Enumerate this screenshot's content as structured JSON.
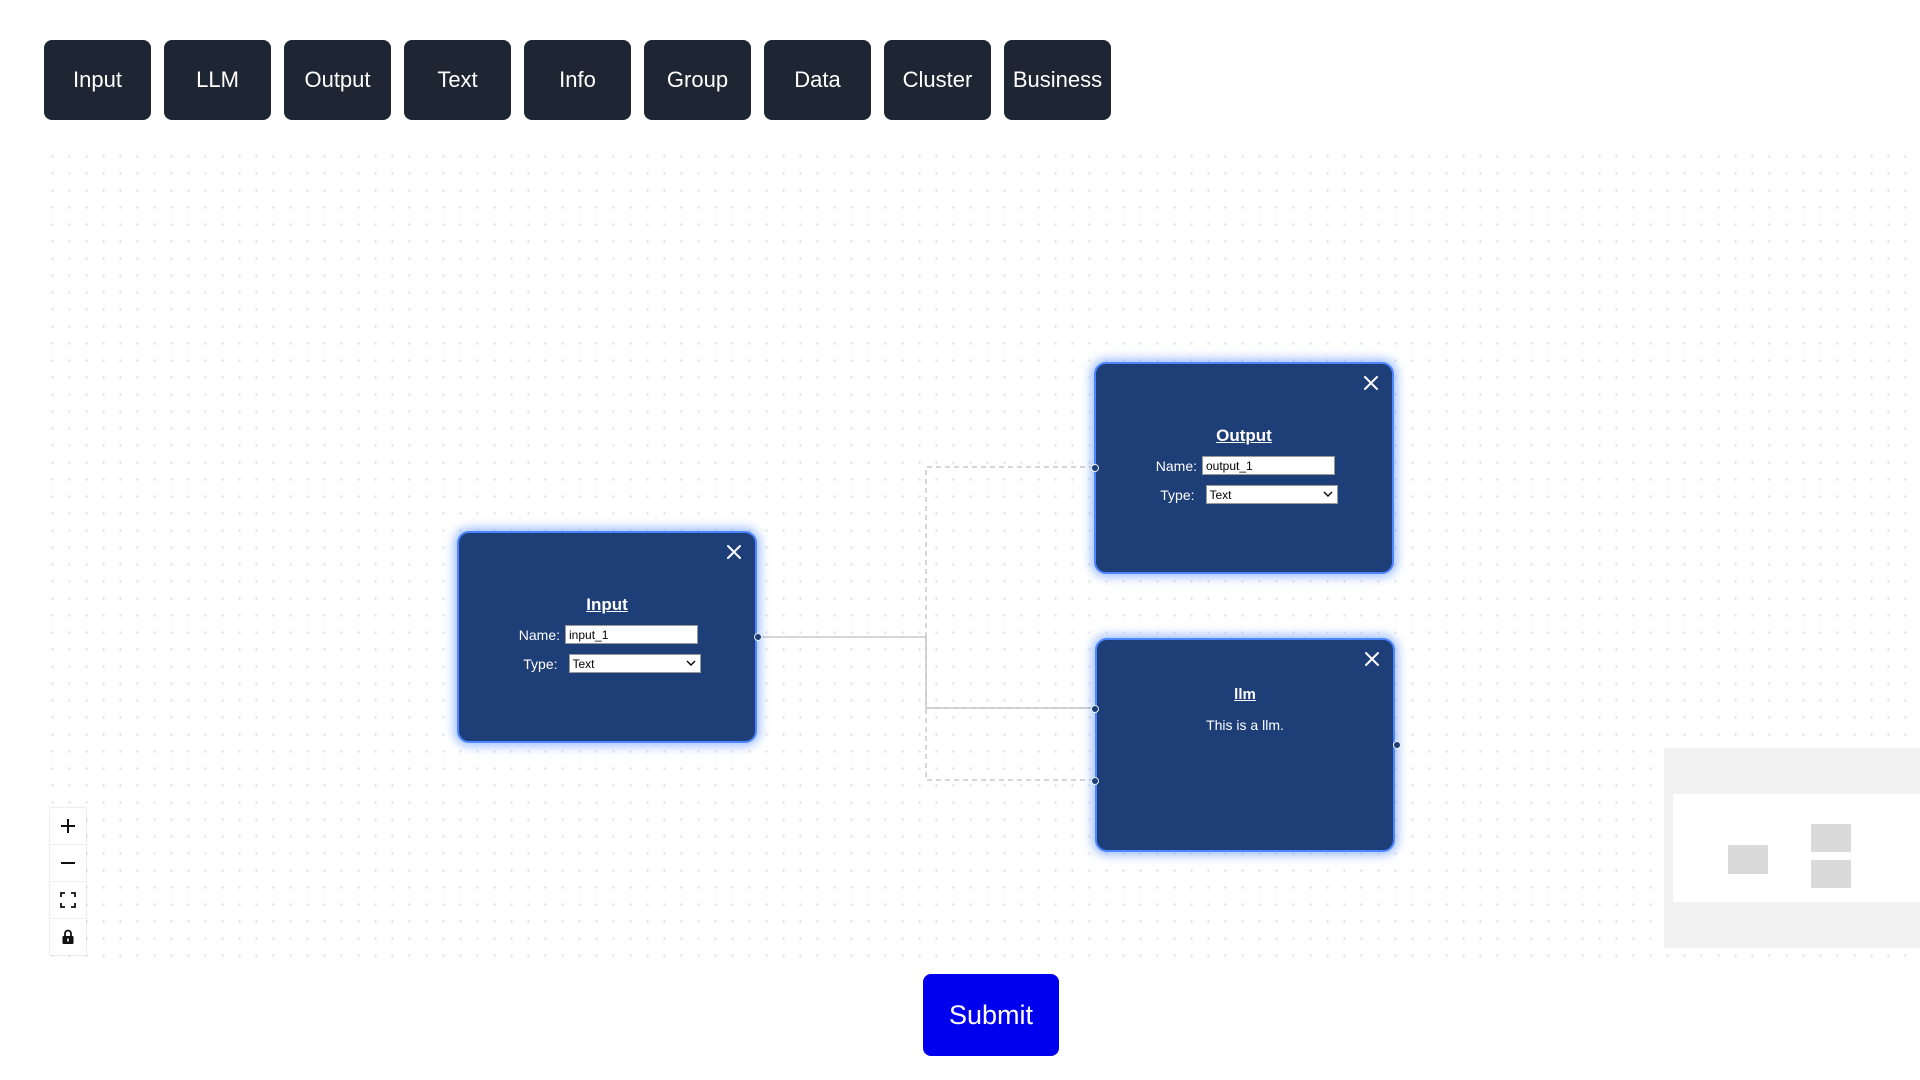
{
  "toolbar": {
    "items": [
      "Input",
      "LLM",
      "Output",
      "Text",
      "Info",
      "Group",
      "Data",
      "Cluster",
      "Business"
    ]
  },
  "nodes": {
    "input": {
      "title": "Input",
      "name_label": "Name:",
      "name_value": "input_1",
      "type_label": "Type:",
      "type_value": "Text"
    },
    "output": {
      "title": "Output",
      "name_label": "Name:",
      "name_value": "output_1",
      "type_label": "Type:",
      "type_value": "Text"
    },
    "llm": {
      "title": "llm",
      "description": "This is a llm."
    }
  },
  "submit": {
    "label": "Submit"
  },
  "icons": {
    "close": "close-icon",
    "zoom_in": "plus-icon",
    "zoom_out": "minus-icon",
    "fit_view": "fit-view-icon",
    "lock": "lock-icon",
    "dropdown": "chevron-down-icon"
  },
  "colors": {
    "toolbar_button": "#1e2533",
    "node_background": "#1e3e78",
    "node_glow": "#4d86ff",
    "submit_button": "#0000ee"
  }
}
